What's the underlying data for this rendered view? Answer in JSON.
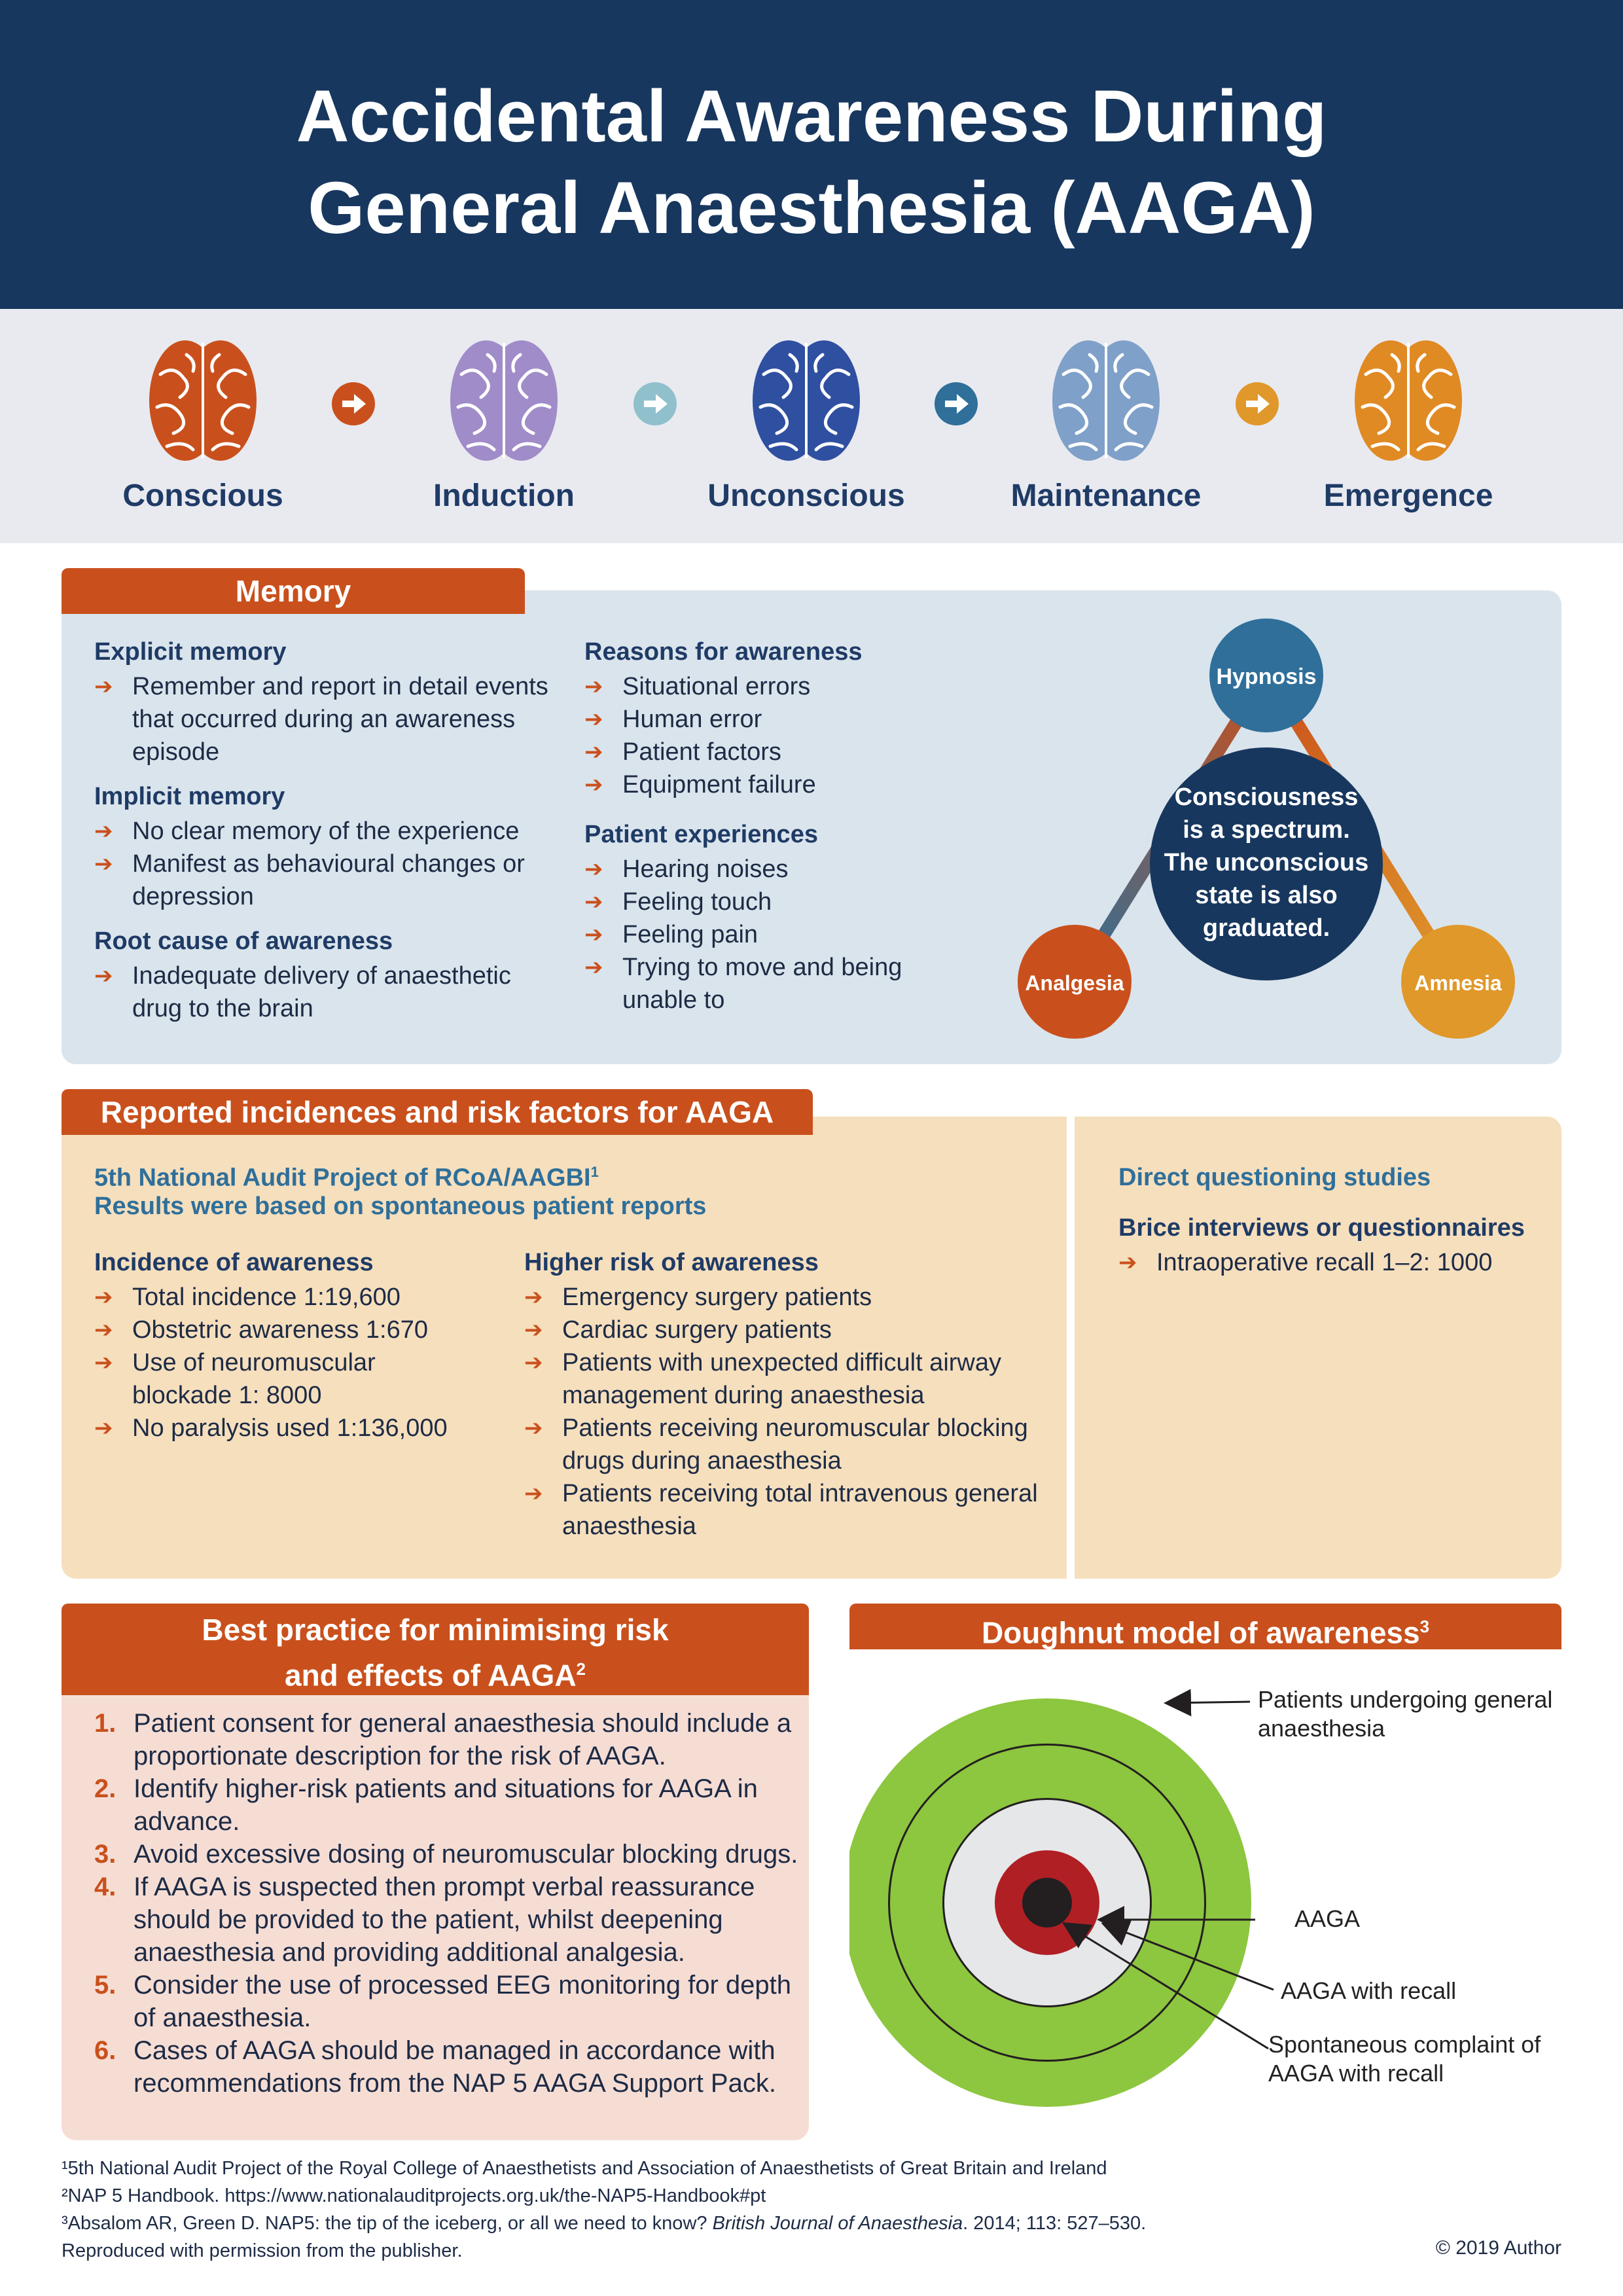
{
  "title": {
    "line1": "Accidental Awareness During",
    "line2": "General Anaesthesia (AAGA)"
  },
  "stages": [
    {
      "label": "Conscious",
      "color": "#c9501c"
    },
    {
      "label": "Induction",
      "color": "#a08cc8"
    },
    {
      "label": "Unconscious",
      "color": "#2f4fa0"
    },
    {
      "label": "Maintenance",
      "color": "#7fa0c8"
    },
    {
      "label": "Emergence",
      "color": "#e08a24"
    }
  ],
  "arrow_colors": [
    "#c9501c",
    "#8fc0cc",
    "#2f6f9a",
    "#e0982a"
  ],
  "memory": {
    "tab": "Memory",
    "explicit_title": "Explicit memory",
    "explicit_items": [
      "Remember and report in detail events that occurred during an awareness episode"
    ],
    "implicit_title": "Implicit memory",
    "implicit_items": [
      "No clear memory of the experience",
      "Manifest as behavioural changes or depression"
    ],
    "root_title": "Root cause of awareness",
    "root_items": [
      "Inadequate delivery of anaesthetic drug to the brain"
    ],
    "reasons_title": "Reasons for awareness",
    "reasons_items": [
      "Situational errors",
      "Human error",
      "Patient factors",
      "Equipment failure"
    ],
    "experiences_title": "Patient experiences",
    "experiences_items": [
      "Hearing noises",
      "Feeling touch",
      "Feeling pain",
      "Trying to move and being unable to"
    ],
    "triangle": {
      "top": "Hypnosis",
      "left": "Analgesia",
      "right": "Amnesia",
      "center_lines": [
        "Consciousness",
        "is a spectrum.",
        "The unconscious",
        "state is also",
        "graduated."
      ]
    }
  },
  "risk": {
    "tab": "Reported incidences and risk factors for AAGA",
    "nap_line1": "5th National Audit Project of RCoA/AAGBI",
    "nap_sup": "1",
    "nap_line2": "Results were based on spontaneous patient reports",
    "incidence_title": "Incidence of awareness",
    "incidence_items": [
      "Total incidence 1:19,600",
      "Obstetric awareness 1:670",
      "Use of neuromuscular blockade 1: 8000",
      "No paralysis used 1:136,000"
    ],
    "higher_title": "Higher risk of awareness",
    "higher_items": [
      "Emergency surgery patients",
      "Cardiac surgery patients",
      "Patients with unexpected difficult airway management during anaesthesia",
      "Patients receiving neuromuscular blocking drugs during anaesthesia",
      "Patients receiving total intravenous general anaesthesia"
    ],
    "direct_title": "Direct questioning studies",
    "brice_title": "Brice interviews or questionnaires",
    "brice_items": [
      "Intraoperative recall 1–2: 1000"
    ]
  },
  "best_practice": {
    "tab_line1": "Best practice for minimising risk",
    "tab_line2": "and effects of AAGA",
    "tab_sup": "2",
    "items": [
      {
        "num": "1.",
        "text": "Patient consent for general anaesthesia should include a proportionate description for the risk of AAGA."
      },
      {
        "num": "2.",
        "text": "Identify higher-risk patients and situations for AAGA in advance."
      },
      {
        "num": "3.",
        "text": "Avoid excessive dosing of neuromuscular blocking drugs."
      },
      {
        "num": "4.",
        "text": "If AAGA is suspected then prompt verbal reassurance should be provided to the patient, whilst deepening anaesthesia and providing additional analgesia."
      },
      {
        "num": "5.",
        "text": "Consider the use of processed EEG monitoring for depth of anaesthesia."
      },
      {
        "num": "6.",
        "text": "Cases of AAGA should be managed in accordance with recommendations from the NAP 5 AAGA Support Pack."
      }
    ]
  },
  "doughnut": {
    "tab": "Doughnut model of awareness",
    "tab_sup": "3",
    "labels": [
      "Patients undergoing general anaesthesia",
      "AAGA",
      "AAGA with recall",
      "Spontaneous complaint of AAGA with recall"
    ],
    "colors": {
      "outer": "#8dc63f",
      "middle": "#e6e7e8",
      "inner": "#b01f24",
      "core": "#231f20"
    }
  },
  "footer": {
    "ref1": "¹5th National Audit Project of the Royal College of Anaesthetists and Association of Anaesthetists of Great Britain and Ireland",
    "ref2": "²NAP 5 Handbook. https://www.nationalauditprojects.org.uk/the-NAP5-Handbook#pt",
    "ref3_start": "³Absalom AR, Green D. NAP5: the tip of the iceberg, or all we need to know? ",
    "ref3_journal": "British Journal of Anaesthesia",
    "ref3_end": ". 2014; 113: 527–530.",
    "ref4": "Reproduced with permission from the publisher.",
    "copyright": "© 2019 Author"
  }
}
